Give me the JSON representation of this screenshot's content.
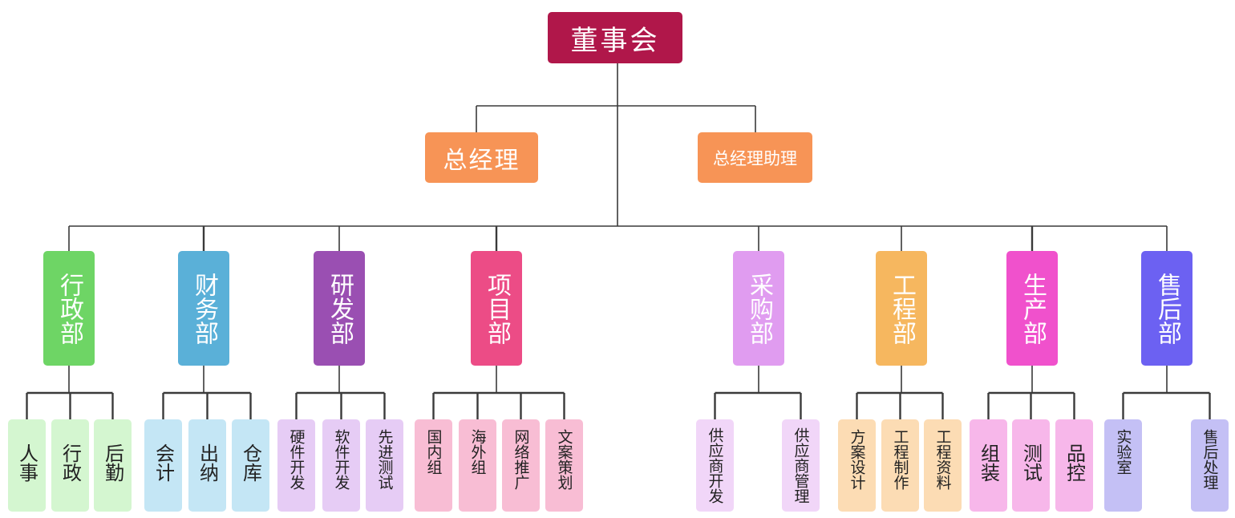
{
  "board": {
    "label": "董事会",
    "color": "#b0174a"
  },
  "gm": {
    "label": "总经理",
    "color": "#f79456"
  },
  "gm_assistant": {
    "label": "总经理助理",
    "color": "#f79456"
  },
  "departments": [
    {
      "label": "行政部",
      "color": "#6ed565",
      "leaf_color": "#d4f6d0",
      "leaves": [
        "人事",
        "行政",
        "后勤"
      ]
    },
    {
      "label": "财务部",
      "color": "#5ab0d8",
      "leaf_color": "#c4e6f5",
      "leaves": [
        "会计",
        "出纳",
        "仓库"
      ]
    },
    {
      "label": "研发部",
      "color": "#9a4fb2",
      "leaf_color": "#e6ccf5",
      "leaves": [
        "硬件开发",
        "软件开发",
        "先进测试"
      ]
    },
    {
      "label": "项目部",
      "color": "#ec4c86",
      "leaf_color": "#f8bdd4",
      "leaves": [
        "国内组",
        "海外组",
        "网络推广",
        "文案策划"
      ]
    },
    {
      "label": "采购部",
      "color": "#e09cf0",
      "leaf_color": "#f1d6f8",
      "leaves": [
        "供应商开发",
        "供应商管理"
      ]
    },
    {
      "label": "工程部",
      "color": "#f6b75f",
      "leaf_color": "#fcdcb4",
      "leaves": [
        "方案设计",
        "工程制作",
        "工程资料"
      ]
    },
    {
      "label": "生产部",
      "color": "#f051cc",
      "leaf_color": "#f7b7ea",
      "leaves": [
        "组装",
        "测试",
        "品控"
      ]
    },
    {
      "label": "售后部",
      "color": "#6c61f2",
      "leaf_color": "#c4c0f5",
      "leaves": [
        "实验室",
        "售后处理"
      ]
    }
  ]
}
